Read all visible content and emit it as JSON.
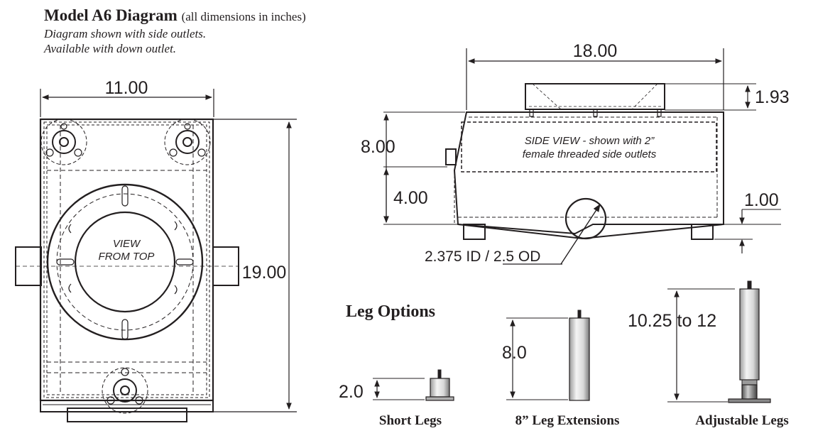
{
  "header": {
    "title": "Model A6 Diagram",
    "title_note": "(all dimensions in inches)",
    "line1": "Diagram shown with side outlets.",
    "line2": "Available with down outlet."
  },
  "top_view": {
    "width_dim": "11.00",
    "height_dim": "19.00",
    "label_line1": "VIEW",
    "label_line2": "FROM TOP"
  },
  "side_view": {
    "length_dim": "18.00",
    "height_dim": "8.00",
    "outlet_height_dim": "4.00",
    "lid_dim": "1.93",
    "leg_dim": "1.00",
    "pipe_dim": "2.375 ID / 2.5 OD",
    "note_line1": "SIDE VIEW - shown with 2”",
    "note_line2": "female threaded side outlets"
  },
  "legs": {
    "title": "Leg Options",
    "short": {
      "label": "Short Legs",
      "dim": "2.0"
    },
    "extension": {
      "label": "8” Leg Extensions",
      "dim": "8.0"
    },
    "adjustable": {
      "label": "Adjustable Legs",
      "dim": "10.25 to 12"
    }
  },
  "colors": {
    "line": "#231f20",
    "background": "#ffffff"
  }
}
